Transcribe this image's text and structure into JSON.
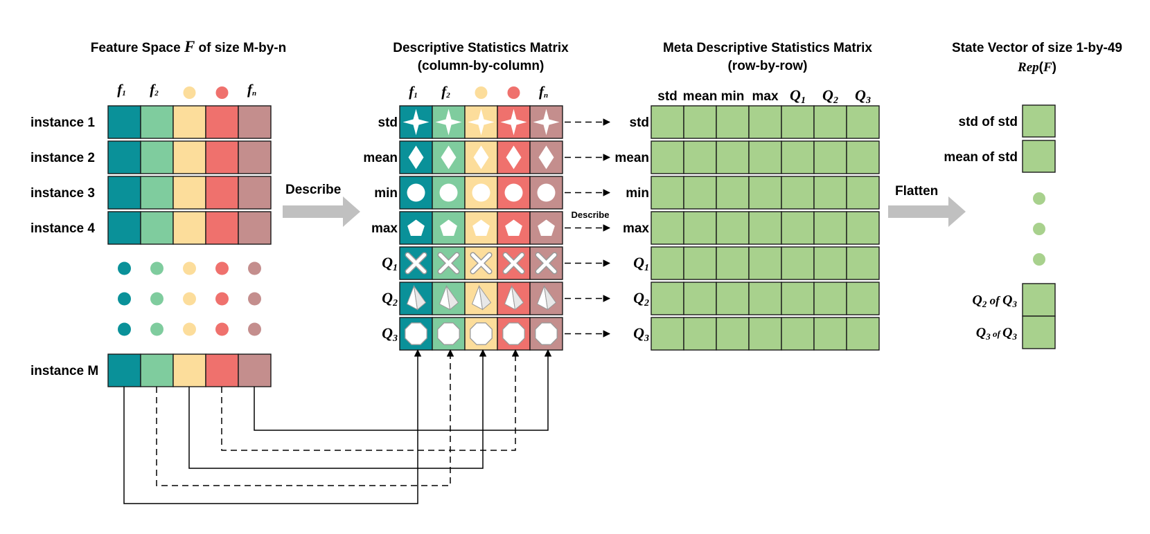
{
  "titles": {
    "feature_space_prefix": "Feature Space ",
    "feature_space_symbol": "F",
    "feature_space_suffix": " of size M-by-n",
    "desc_matrix_line1": "Descriptive Statistics Matrix",
    "desc_matrix_line2": "(column-by-column)",
    "meta_matrix_line1": "Meta Descriptive Statistics Matrix",
    "meta_matrix_line2": "(row-by-row)",
    "state_vector_line1": "State Vector of size 1-by-49",
    "state_vector_rep": "Rep",
    "state_vector_symbol": "F"
  },
  "feature_headers": [
    {
      "text": "f",
      "sub": "1"
    },
    {
      "text": "f",
      "sub": "2"
    },
    {
      "text": "",
      "sub": ""
    },
    {
      "text": "",
      "sub": ""
    },
    {
      "text": "f",
      "sub": "n"
    }
  ],
  "feature_colors": [
    "#0a9199",
    "#7fcc9e",
    "#fcdd9b",
    "#ef716d",
    "#c48e8d"
  ],
  "instances": [
    "instance 1",
    "instance 2",
    "instance 3",
    "instance 4"
  ],
  "instance_last": "instance M",
  "stat_rows": [
    {
      "text": "std",
      "sub": ""
    },
    {
      "text": "mean",
      "sub": ""
    },
    {
      "text": "min",
      "sub": ""
    },
    {
      "text": "max",
      "sub": ""
    },
    {
      "text": "Q",
      "sub": "1"
    },
    {
      "text": "Q",
      "sub": "2"
    },
    {
      "text": "Q",
      "sub": "3"
    }
  ],
  "stat_symbols": [
    "four-point-star-icon",
    "diamond-icon",
    "circle-icon",
    "pentagon-icon",
    "cross-icon",
    "pyramid-icon",
    "octagon-icon"
  ],
  "meta_columns": [
    {
      "text": "std",
      "sub": ""
    },
    {
      "text": "mean",
      "sub": ""
    },
    {
      "text": "min",
      "sub": ""
    },
    {
      "text": "max",
      "sub": ""
    },
    {
      "text": "Q",
      "sub": "1"
    },
    {
      "text": "Q",
      "sub": "2"
    },
    {
      "text": "Q",
      "sub": "3"
    }
  ],
  "meta_color": "#a8d18d",
  "arrows": {
    "describe_label": "Describe",
    "describe_small": "Describe",
    "flatten_label": "Flatten",
    "arrow_color": "#c0c0c0"
  },
  "state_vector": {
    "item1": "std of std",
    "item2": "mean of std",
    "item_q2_pre": "Q",
    "item_q2_sub": "2",
    "item_q2_mid": " of ",
    "item_q2_post": "Q",
    "item_q2_post_sub": "3",
    "item_q3_pre": "Q",
    "item_q3_sub": "3",
    "item_q3_mid": " of ",
    "item_q3_post": "Q",
    "item_q3_post_sub": "3"
  }
}
